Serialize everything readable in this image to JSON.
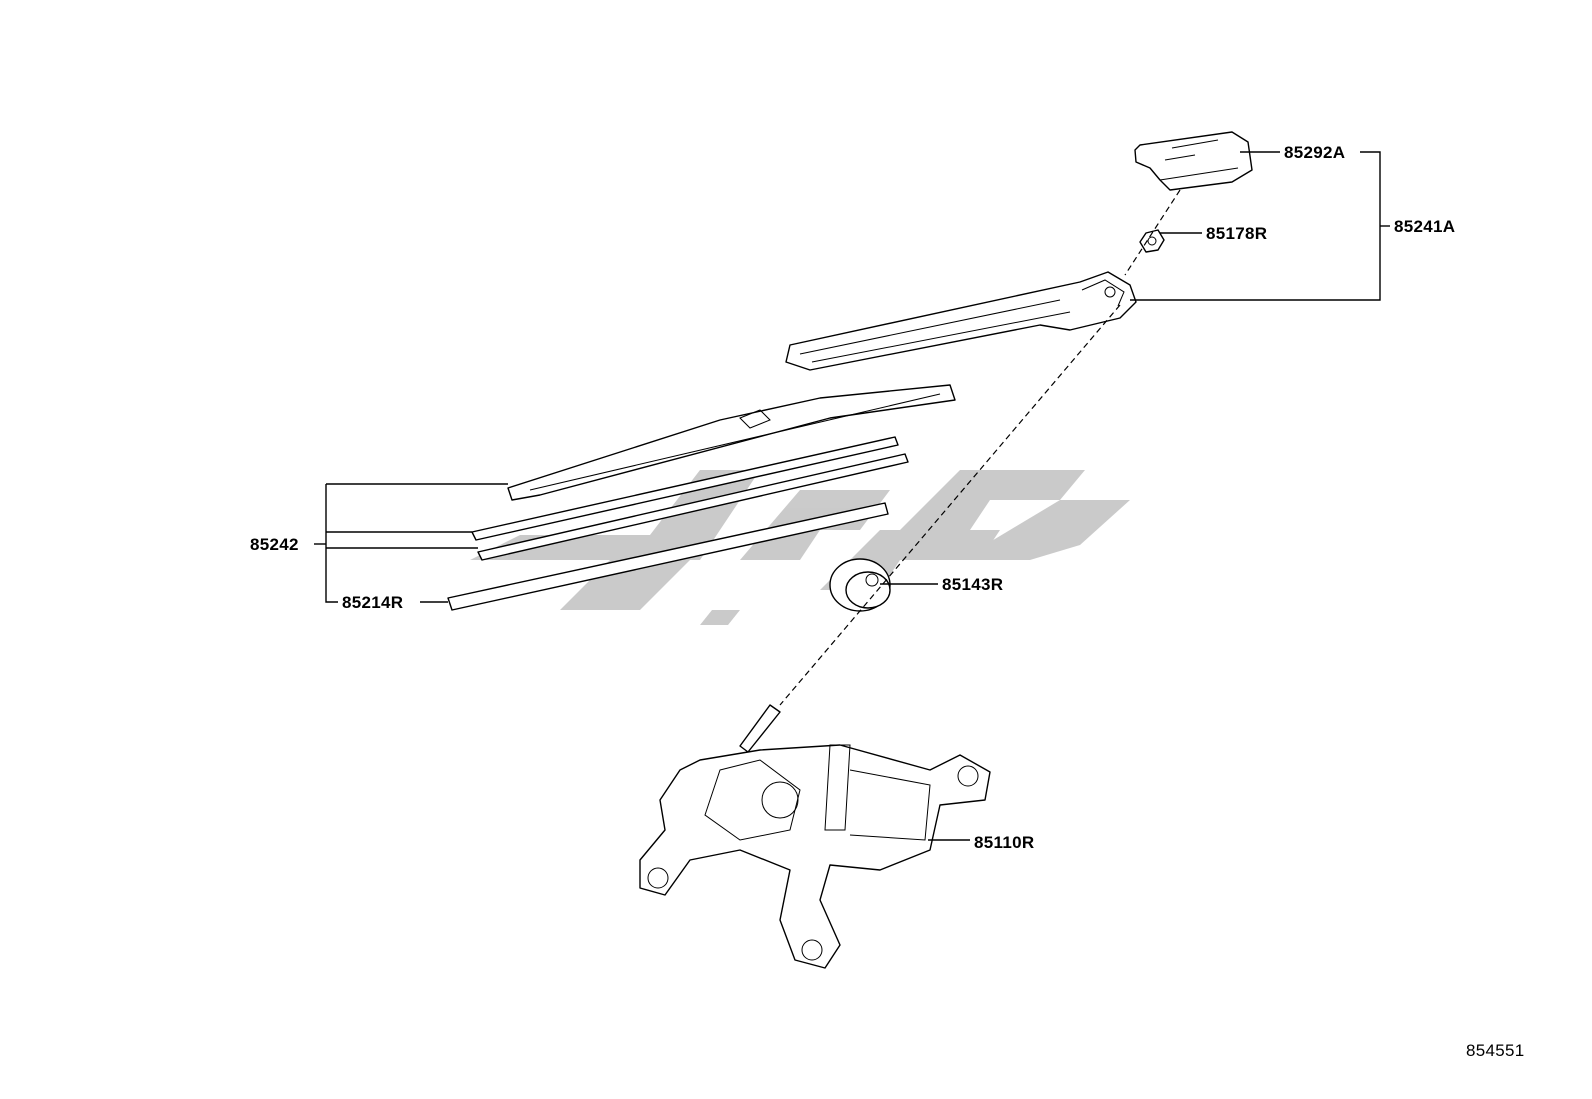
{
  "diagram_number": "854551",
  "callouts": {
    "wiper_arm_cap": "85292A",
    "wiper_arm_assy": "85241A",
    "nut": "85178R",
    "blade_assy": "85242",
    "blade_rubber": "85214R",
    "pivot_cap": "85143R",
    "wiper_motor": "85110R"
  },
  "watermark_color": "#c8c8c8"
}
